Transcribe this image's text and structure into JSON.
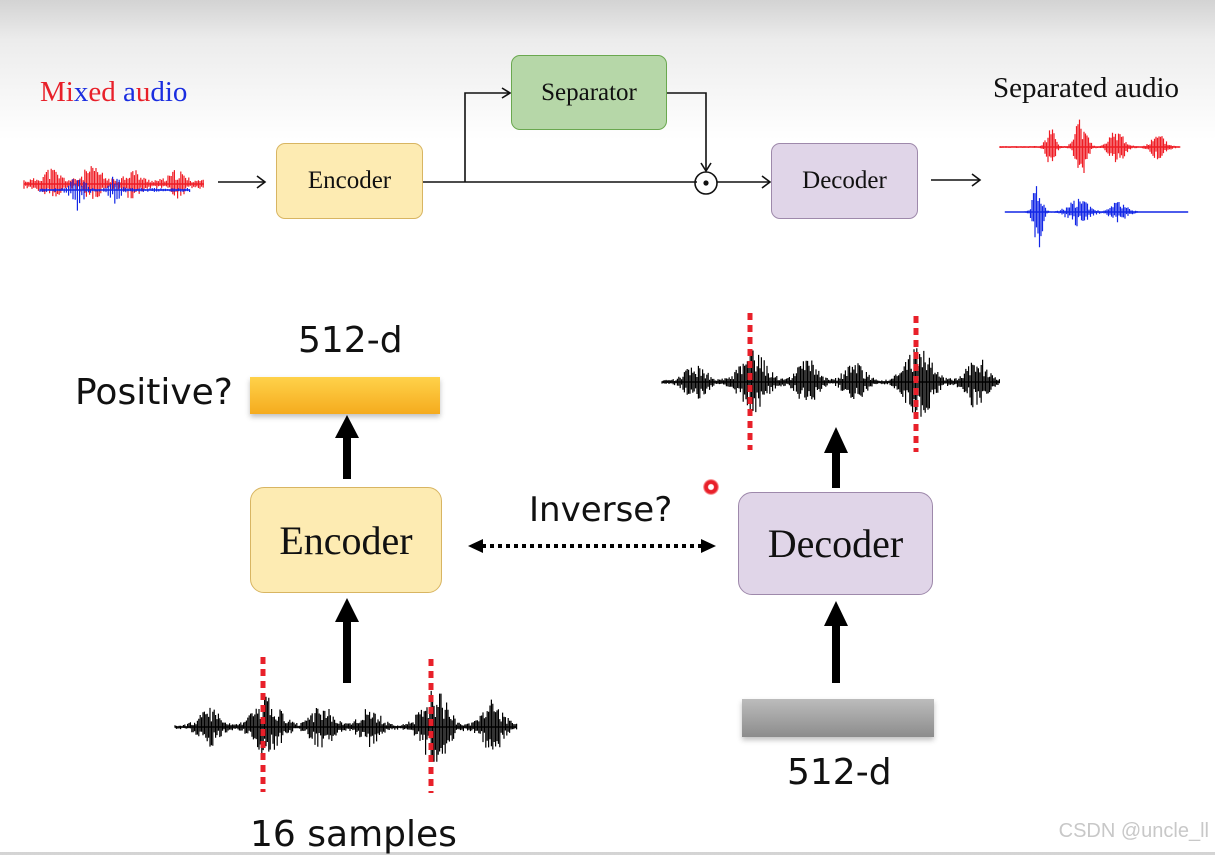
{
  "top": {
    "mixed_audio": [
      {
        "text": "Mi",
        "color": "#e8202a"
      },
      {
        "text": "x",
        "color": "#1a2de0"
      },
      {
        "text": "ed",
        "color": "#e8202a"
      },
      {
        "text": " ",
        "color": "#e8202a"
      },
      {
        "text": "a",
        "color": "#1a2de0"
      },
      {
        "text": "u",
        "color": "#e8202a"
      },
      {
        "text": "dio",
        "color": "#1a2de0"
      }
    ],
    "encoder": "Encoder",
    "separator": "Separator",
    "decoder": "Decoder",
    "separated_audio": "Separated audio",
    "multiply_symbol": "⊙"
  },
  "bottom": {
    "encoder": "Encoder",
    "decoder": "Decoder",
    "encoder_output_dim": "512-d",
    "positive_question": "Positive?",
    "inverse_question": "Inverse?",
    "decoder_input_dim": "512-d",
    "samples": "16 samples"
  },
  "watermark": "CSDN @uncle_ll",
  "colors": {
    "wave_red": "#ef1c24",
    "wave_blue": "#1227e6",
    "wave_black": "#000000",
    "marker_red": "#e8202a"
  }
}
